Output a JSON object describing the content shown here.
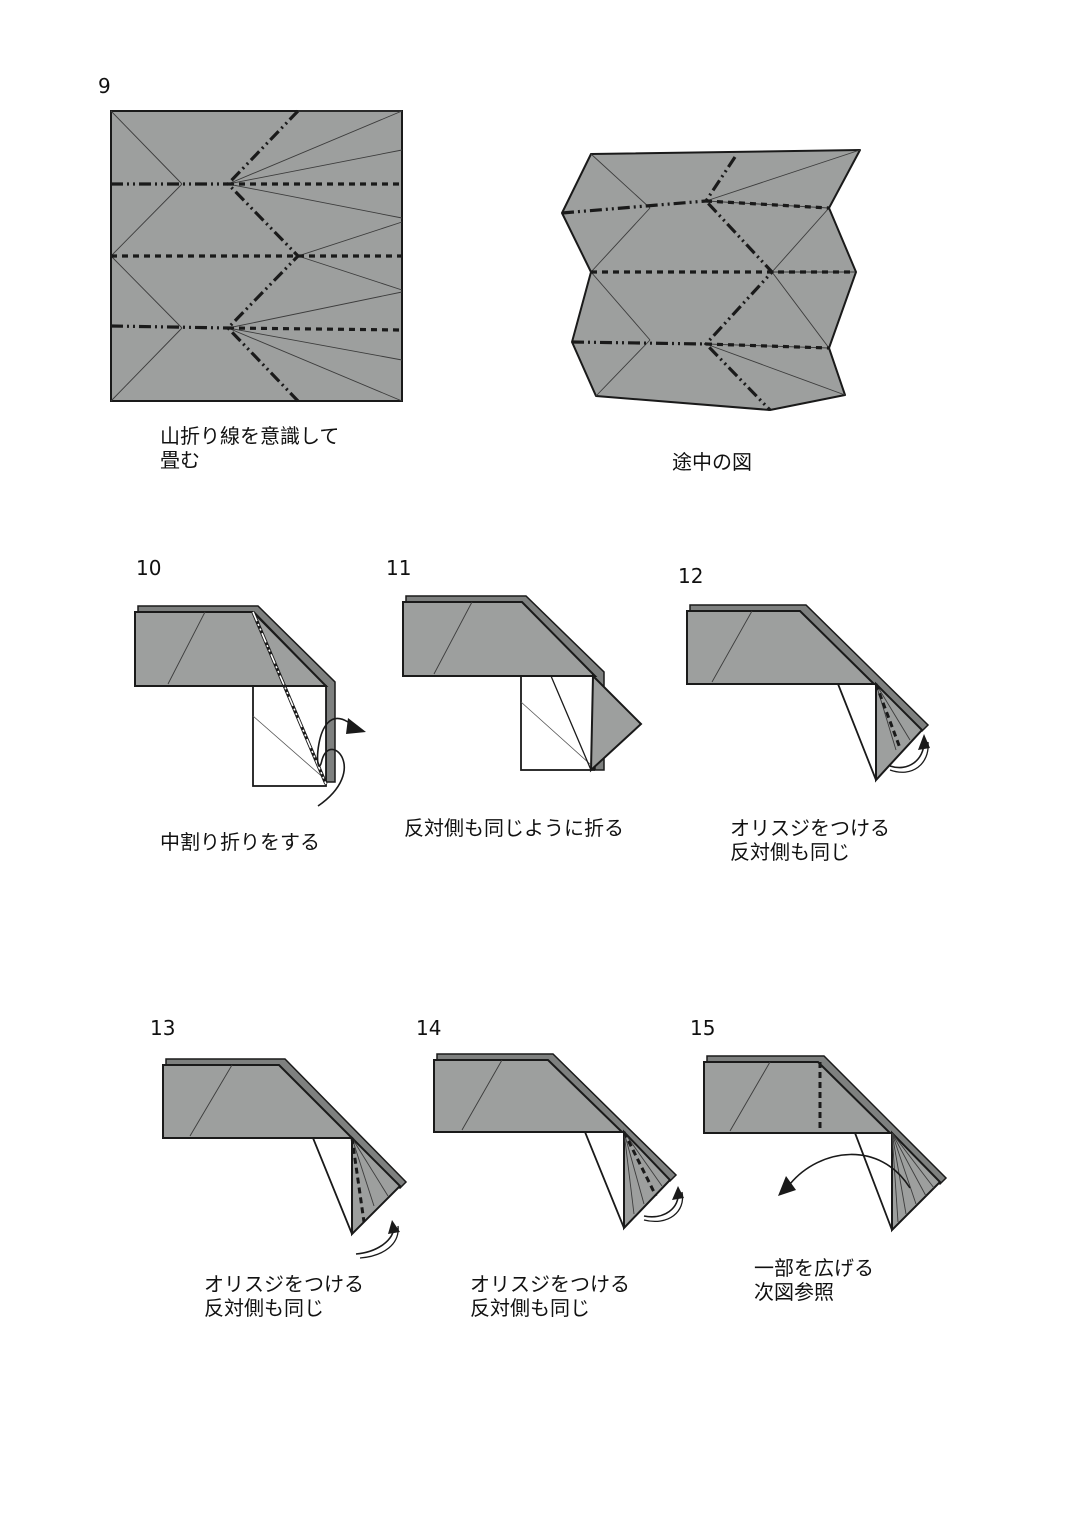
{
  "steps": [
    {
      "number": "9",
      "caption": "山折り線を意識して\n畳む"
    },
    {
      "number": "",
      "caption": "途中の図"
    },
    {
      "number": "10",
      "caption": "中割り折りをする"
    },
    {
      "number": "11",
      "caption": "反対側も同じように折る"
    },
    {
      "number": "12",
      "caption": "オリスジをつける\n反対側も同じ"
    },
    {
      "number": "13",
      "caption": "オリスジをつける\n反対側も同じ"
    },
    {
      "number": "14",
      "caption": "オリスジをつける\n反対側も同じ"
    },
    {
      "number": "15",
      "caption": "一部を広げる\n次図参照"
    }
  ],
  "colors": {
    "paper": "#9d9f9e",
    "paper_edge": "#7e807f",
    "white_side": "#ffffff",
    "line": "#1a1a1a",
    "crease": "#3c3c3c"
  },
  "icons": [
    "mountain-fold-line",
    "valley-fold-line",
    "curved-arrow-icon"
  ]
}
